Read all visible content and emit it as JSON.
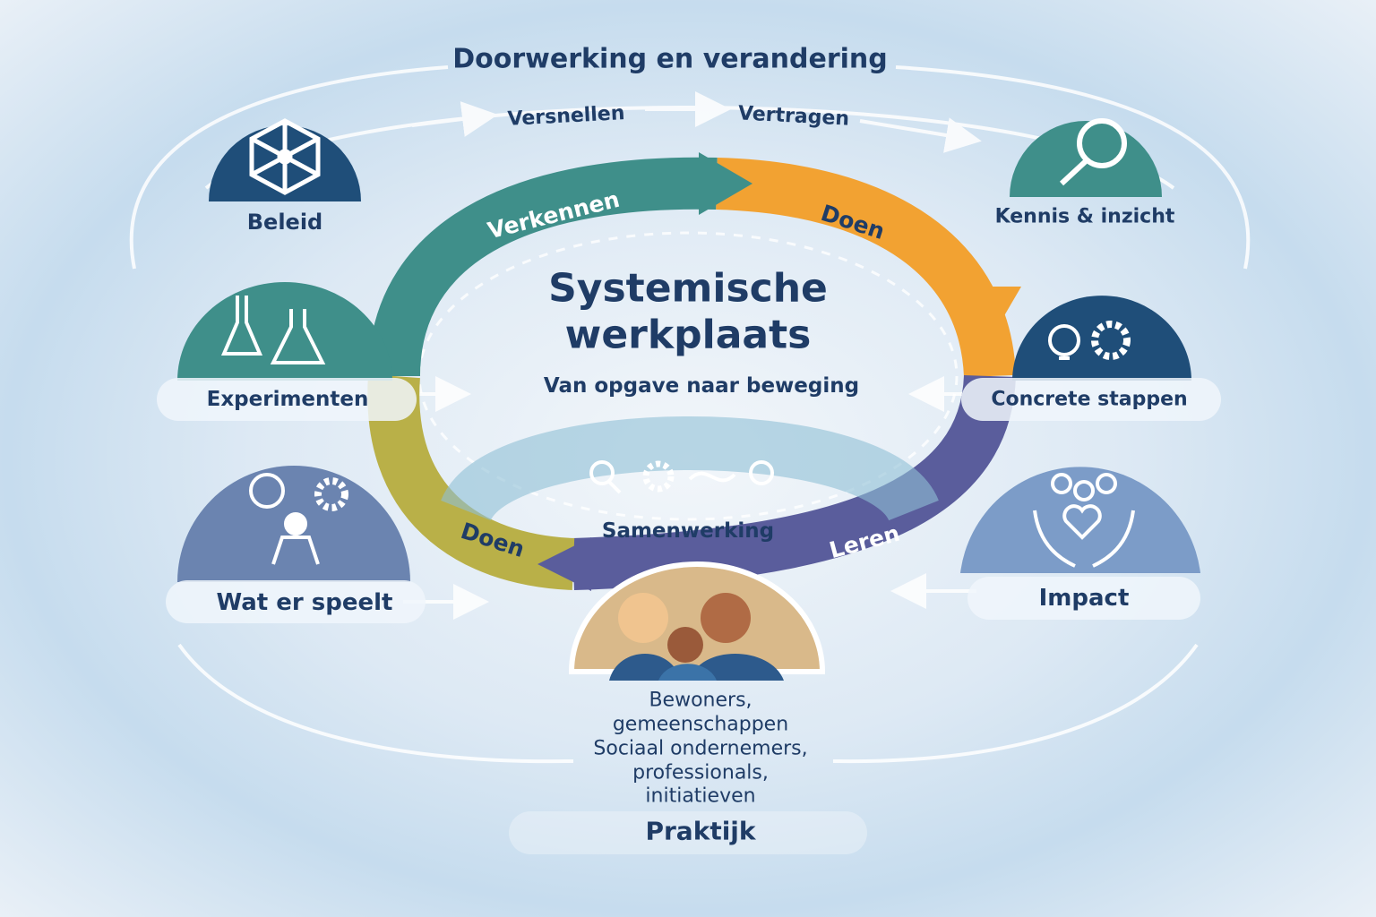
{
  "header": {
    "title": "Doorwerking en verandering",
    "flow_left": "Versnellen",
    "flow_right": "Vertragen"
  },
  "center": {
    "title_line1": "Systemische",
    "title_line2": "werkplaats",
    "subtitle": "Van opgave naar beweging"
  },
  "cycle": {
    "top_left": "Verkennen",
    "top_right": "Doen",
    "bottom_right": "Leren",
    "bottom_left": "Doen",
    "inner": "Samenwerking"
  },
  "nodes": {
    "beleid": "Beleid",
    "kennis": "Kennis & inzicht",
    "experimenten": "Experimenten",
    "concrete": "Concrete stappen",
    "wat_er_speelt": "Wat er speelt",
    "impact": "Impact"
  },
  "practice": {
    "line1": "Bewoners,",
    "line2": "gemeenschappen",
    "line3": "Sociaal ondernemers,",
    "line4": "professionals,",
    "line5": "initiatieven",
    "title": "Praktijk"
  },
  "colors": {
    "navy": "#1f4e79",
    "teal": "#3f8f8a",
    "orange": "#f2a232",
    "purple": "#5a5d9c",
    "slate": "#6b84b0",
    "beige": "#d9b98a"
  }
}
